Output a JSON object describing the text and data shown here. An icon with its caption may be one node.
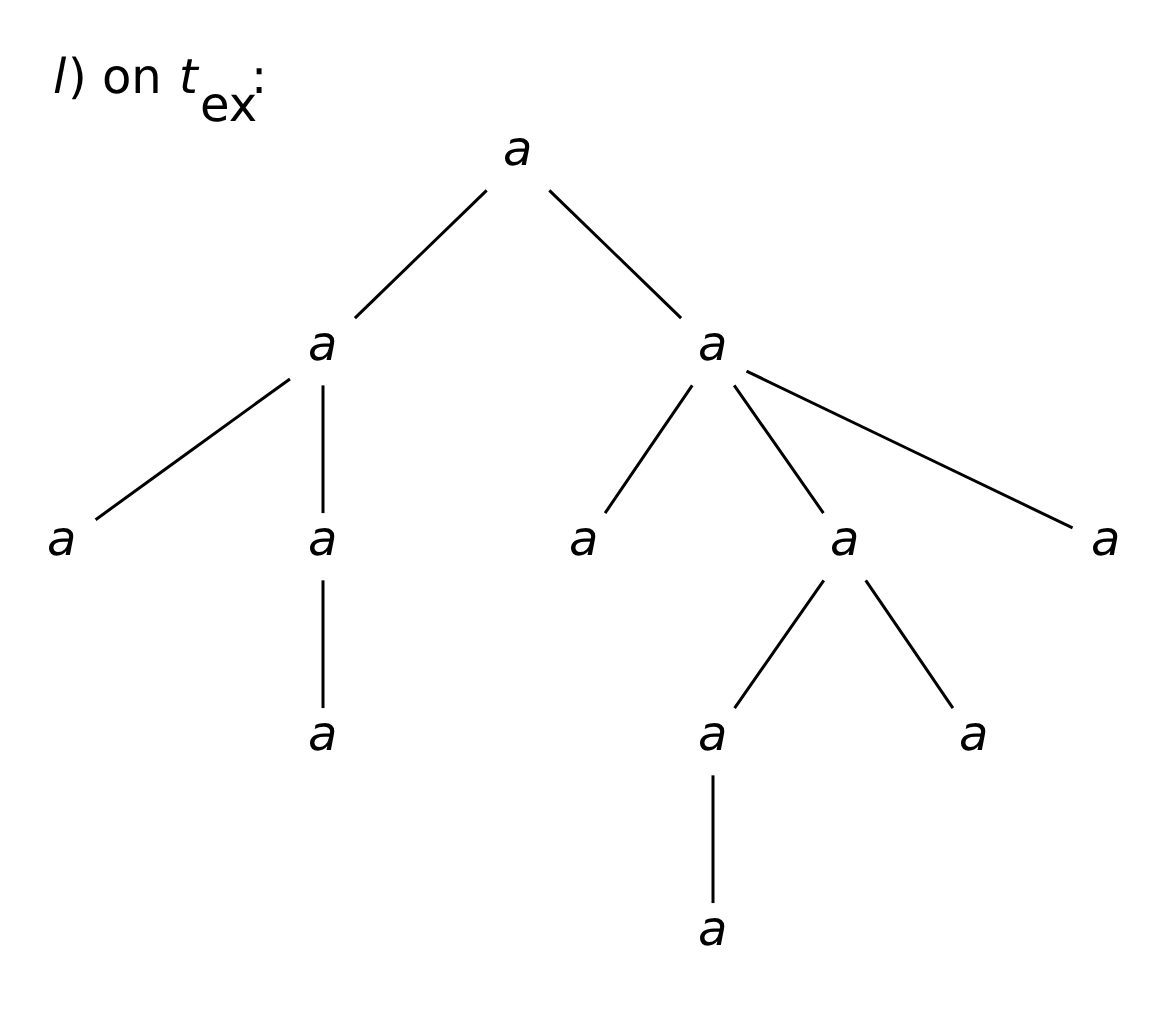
{
  "diagram": {
    "title": "*l*) on *t*$_{ex}$:",
    "nodes": [
      {
        "text": [
          "a"
        ]
      },
      {
        "text": [
          "a"
        ]
      },
      {
        "text": [
          "a"
        ]
      },
      {
        "text": [
          "a"
        ]
      },
      {
        "text": [
          "a"
        ]
      },
      {
        "text": [
          "a"
        ]
      },
      {
        "text": [
          "a"
        ]
      },
      {
        "text": [
          "a"
        ]
      },
      {
        "text": [
          "a"
        ]
      },
      {
        "text": [
          "a"
        ]
      },
      {
        "text": [
          "a"
        ]
      },
      {
        "text": [
          "a"
        ]
      }
    ],
    "edges": [
      {
        "from": 0,
        "to": 1,
        "arrow": "none"
      },
      {
        "from": 0,
        "to": 2,
        "arrow": "none"
      },
      {
        "from": 1,
        "to": 3,
        "arrow": "none"
      },
      {
        "from": 1,
        "to": 4,
        "arrow": "none"
      },
      {
        "from": 2,
        "to": 5,
        "arrow": "none"
      },
      {
        "from": 2,
        "to": 6,
        "arrow": "none"
      },
      {
        "from": 2,
        "to": 7,
        "arrow": "none"
      },
      {
        "from": 4,
        "to": 8,
        "arrow": "none"
      },
      {
        "from": 6,
        "to": 9,
        "arrow": "none"
      },
      {
        "from": 6,
        "to": 10,
        "arrow": "none"
      },
      {
        "from": 9,
        "to": 11,
        "arrow": "none"
      }
    ]
  }
}
